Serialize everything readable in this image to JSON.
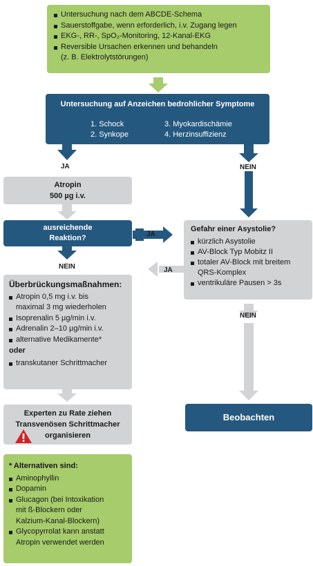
{
  "start": {
    "items": [
      "Untersuchung nach dem ABCDE-Schema",
      "Sauerstoffgabe, wenn erforderlich, i.v. Zugang legen",
      "EKG-, RR-, SpO₂-Monitoring, 12-Kanal-EKG",
      "Reversible Ursachen erkennen und behandeln",
      "(z. B. Elektrolytstörungen)"
    ]
  },
  "assess": {
    "title": "Untersuchung auf Anzeichen bedrohlicher Symptome",
    "symptoms": [
      "1. Schock",
      "2. Synkope",
      "3. Myokardischämie",
      "4. Herzinsuffizienz"
    ]
  },
  "labels": {
    "yes": "JA",
    "no": "NEIN"
  },
  "atropin": {
    "line1": "Atropin",
    "line2": "500 µg i.v."
  },
  "response": {
    "line1": "ausreichende",
    "line2": "Reaktion?"
  },
  "asystole": {
    "title": "Gefahr einer Asystolie?",
    "items": [
      "kürzlich Asystolie",
      "AV-Block Typ Mobitz II",
      "totaler AV-Block mit breitem",
      "QRS-Komplex",
      "ventrikuläre Pausen > 3s"
    ]
  },
  "bridging": {
    "title": "Überbrückungsmaßnahmen:",
    "items": [
      "Atropin 0,5 mg i.v. bis",
      "maximal 3 mg  wiederholen",
      "Isoprenalin 5 µg/min i.v.",
      "Adrenalin 2–10 µg/min i.v.",
      "alternative Medikamente*"
    ],
    "or": "oder",
    "last": "transkutaner Schrittmacher"
  },
  "expert": {
    "line1": "Experten zu Rate ziehen",
    "line2": "Transvenösen Schrittmacher",
    "line3": "organisieren"
  },
  "observe": {
    "label": "Beobachten"
  },
  "alternatives": {
    "title": "* Alternativen sind:",
    "items": [
      "Aminophyllin",
      "Dopamin",
      "Glucagon (bei Intoxikation",
      "mit ß-Blockern oder",
      "Kalzium-Kanal-Blockern)",
      "Glycopyrrolat kann anstatt",
      "Atropin verwendet werden"
    ]
  },
  "colors": {
    "green": "#a6cc6b",
    "blue": "#25587f",
    "gray": "#d1d3d4",
    "warning": "#d62027"
  }
}
